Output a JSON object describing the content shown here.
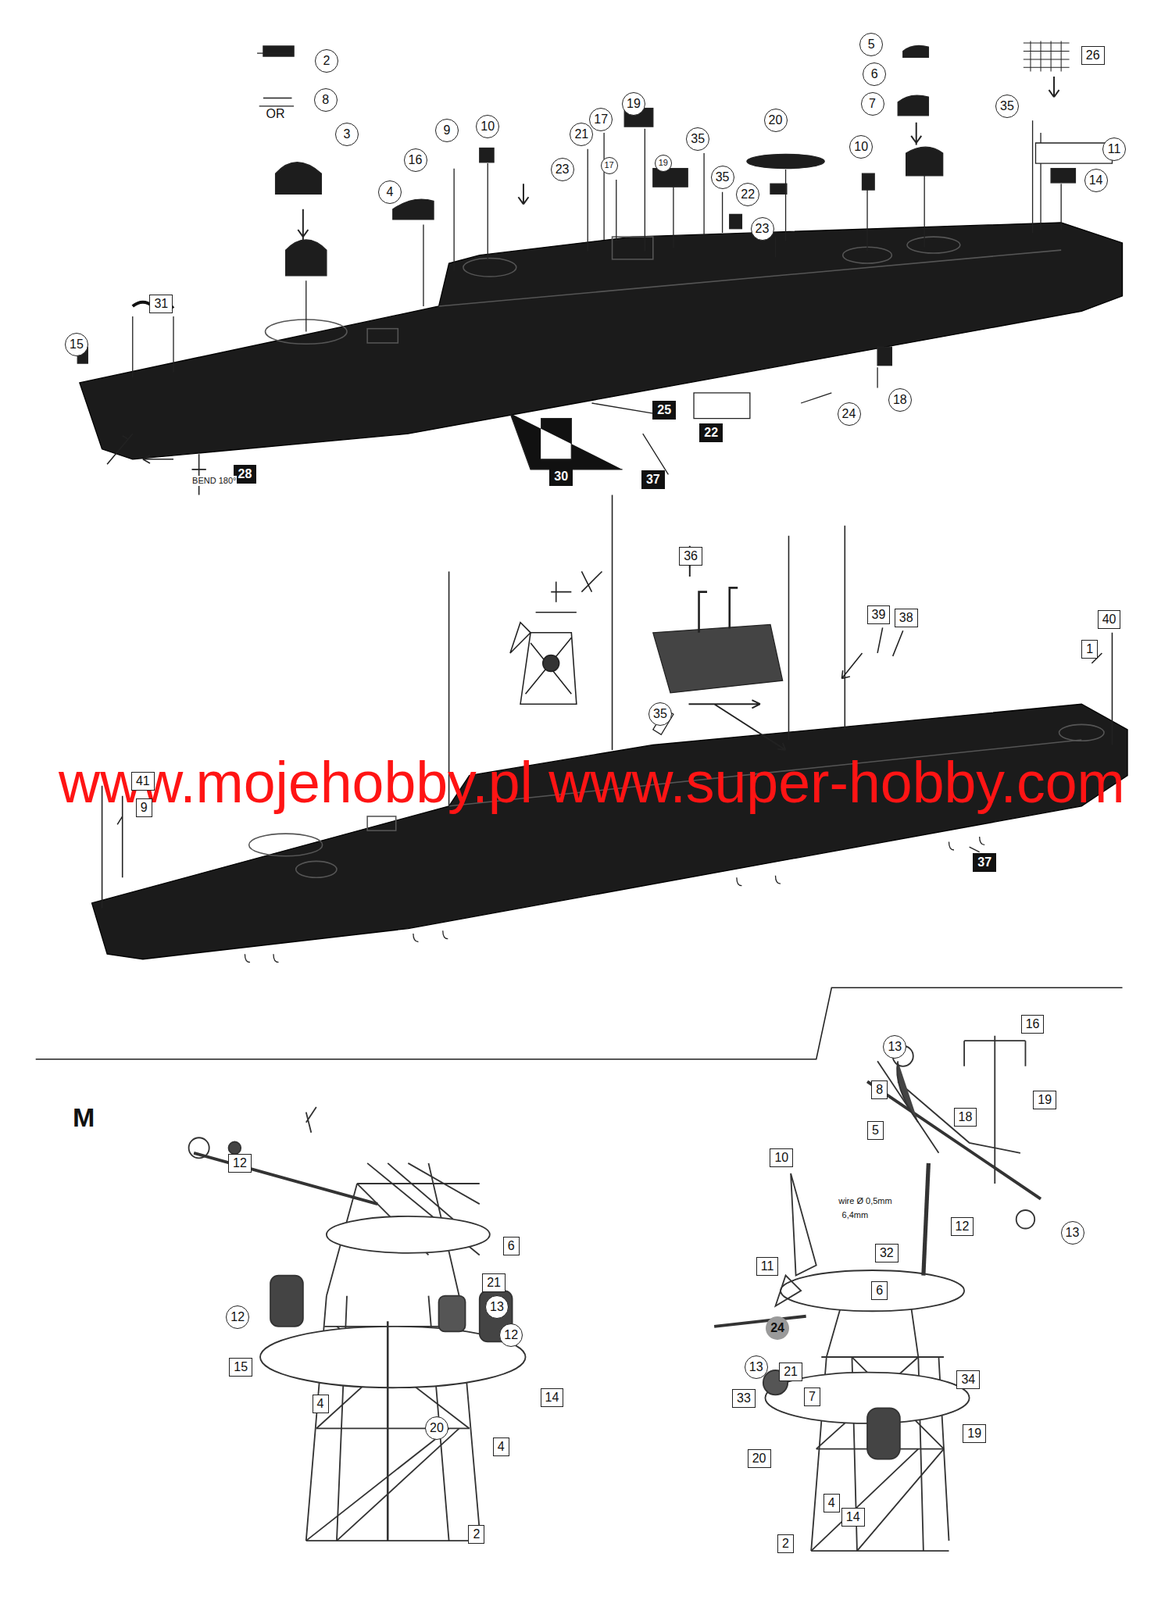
{
  "diagram": {
    "labels": [
      "2",
      "OR",
      "8",
      "3",
      "9",
      "10",
      "16",
      "4",
      "23",
      "21",
      "17",
      "17",
      "19",
      "19",
      "35",
      "35",
      "20",
      "22",
      "23",
      "10",
      "5",
      "6",
      "7",
      "26",
      "35",
      "11",
      "14",
      "31",
      "15",
      "28",
      "BEND 180°",
      "30",
      "25",
      "22",
      "37",
      "24",
      "18",
      "36",
      "39",
      "38",
      "40",
      "1",
      "35",
      "www.mojehobby.pl www.super-hobby.com",
      "41",
      "9",
      "37",
      "M",
      "12",
      "6",
      "21",
      "13",
      "12",
      "12",
      "15",
      "14",
      "4",
      "20",
      "4",
      "2",
      "16",
      "13",
      "8",
      "19",
      "18",
      "5",
      "10",
      "wire Ø 0,5mm",
      "6,4mm",
      "12",
      "13",
      "32",
      "11",
      "6",
      "24",
      "13",
      "21",
      "34",
      "33",
      "7",
      "19",
      "20",
      "4",
      "14",
      "2"
    ]
  }
}
